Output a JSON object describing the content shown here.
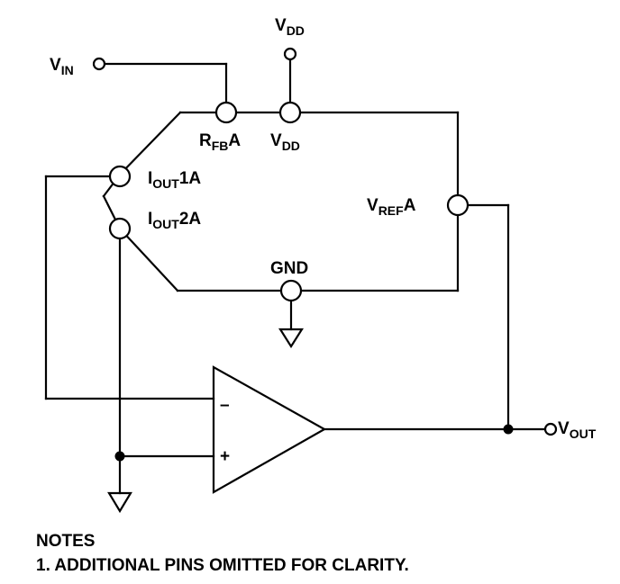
{
  "labels": {
    "vdd_top": {
      "main": "V",
      "sub": "DD"
    },
    "vin": {
      "main": "V",
      "sub": "IN"
    },
    "rfb": {
      "main": "R",
      "sub": "FB",
      "suffix": "A"
    },
    "vdd_pin": {
      "main": "V",
      "sub": "DD"
    },
    "iout1": {
      "main": "I",
      "sub": "OUT",
      "suffix": "1A"
    },
    "iout2": {
      "main": "I",
      "sub": "OUT",
      "suffix": "2A"
    },
    "vref": {
      "main": "V",
      "sub": "REF",
      "suffix": "A"
    },
    "gnd": "GND",
    "vout": {
      "main": "V",
      "sub": "OUT"
    },
    "opamp_minus": "–",
    "opamp_plus": "+"
  },
  "notes": {
    "title": "NOTES",
    "items": [
      "1. ADDITIONAL PINS OMITTED FOR CLARITY."
    ]
  }
}
